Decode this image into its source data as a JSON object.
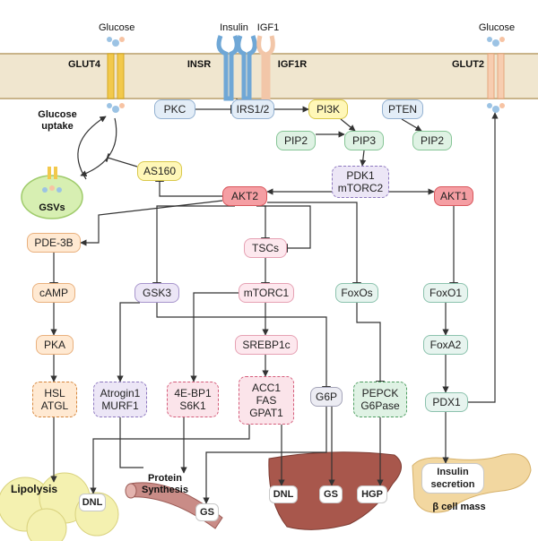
{
  "membrane": {
    "glucose_left": "Glucose",
    "glucose_right": "Glucose",
    "insulin": "Insulin",
    "igf1": "IGF1",
    "glut4": "GLUT4",
    "insr": "INSR",
    "igf1r": "IGF1R",
    "glut2": "GLUT2"
  },
  "labels": {
    "glucose_uptake": "Glucose\nuptake",
    "gsvs": "GSVs",
    "lipolysis": "Lipolysis",
    "dnl_adipose": "DNL",
    "protein_synthesis": "Protein\nSynthesis",
    "gs_muscle": "GS",
    "dnl_liver": "DNL",
    "gs_liver": "GS",
    "hgp": "HGP",
    "insulin_secretion": "Insulin\nsecretion",
    "beta_cell_mass": "β cell mass"
  },
  "nodes": {
    "pkc": "PKC",
    "irs": "IRS1/2",
    "pi3k": "PI3K",
    "pten": "PTEN",
    "pip2_left": "PIP2",
    "pip3": "PIP3",
    "pip2_right": "PIP2",
    "as160": "AS160",
    "pdk1": "PDK1\nmTORC2",
    "akt2": "AKT2",
    "akt1": "AKT1",
    "pde3b": "PDE-3B",
    "tscs": "TSCs",
    "gsk3": "GSK3",
    "mtorc1": "mTORC1",
    "foxos": "FoxOs",
    "foxo1": "FoxO1",
    "camp": "cAMP",
    "srebp1c": "SREBP1c",
    "foxa2": "FoxA2",
    "pka": "PKA",
    "hsl": "HSL\nATGL",
    "atrogin": "Atrogin1\nMURF1",
    "ebp": "4E-BP1\nS6K1",
    "acc": "ACC1\nFAS\nGPAT1",
    "g6p": "G6P",
    "pepck": "PEPCK\nG6Pase",
    "pdx1": "PDX1"
  },
  "colors": {
    "membrane": "#e6d6b4",
    "arrow": "#333333",
    "liver": "#a8574c",
    "adipose": "#f4f1b0",
    "pancreas": "#f2d7a0",
    "muscle": "#c98c87"
  }
}
